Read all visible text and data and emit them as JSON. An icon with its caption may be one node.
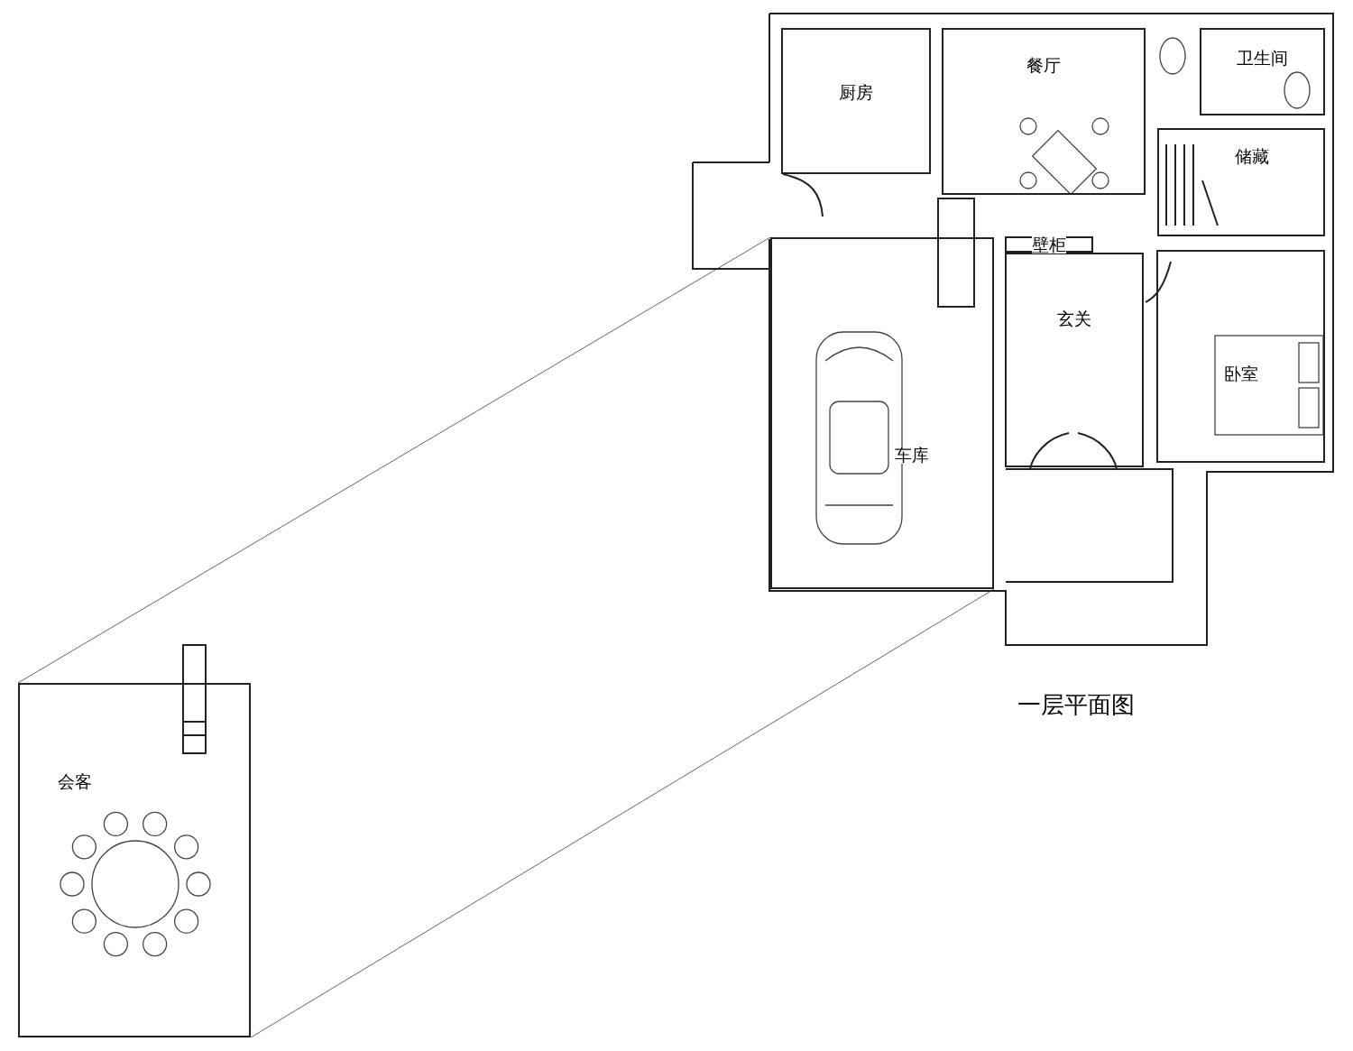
{
  "diagram": {
    "title": "一层平面图",
    "nodes": [
      {
        "text": [
          "厨房"
        ]
      },
      {
        "text": [
          "餐厅"
        ]
      },
      {
        "text": [
          "卫生间"
        ]
      },
      {
        "text": [
          "储藏"
        ]
      },
      {
        "text": [
          "壁柜"
        ]
      },
      {
        "text": [
          "玄关"
        ]
      },
      {
        "text": [
          "卧室"
        ]
      },
      {
        "text": [
          "车库"
        ]
      },
      {
        "text": [
          "会客"
        ]
      }
    ],
    "edges": [
      {
        "from": 8,
        "to": 7,
        "arrow": "none"
      },
      {
        "from": 8,
        "to": 7,
        "arrow": "none"
      }
    ]
  }
}
